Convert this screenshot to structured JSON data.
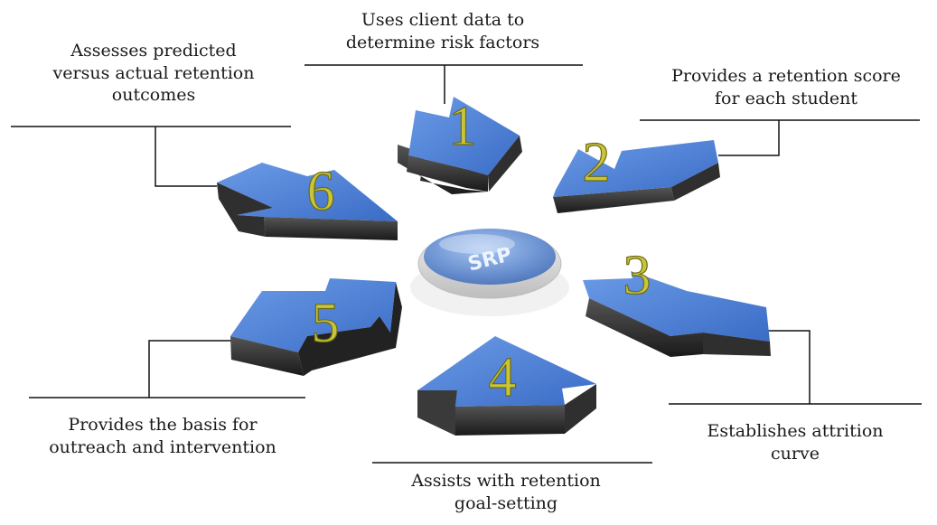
{
  "center": {
    "label": "SRP"
  },
  "steps": [
    {
      "number": "1",
      "text": "Uses client data to\ndetermine risk factors"
    },
    {
      "number": "2",
      "text": "Provides a retention score\nfor each student"
    },
    {
      "number": "3",
      "text": "Establishes attrition\ncurve"
    },
    {
      "number": "4",
      "text": "Assists with retention\ngoal-setting"
    },
    {
      "number": "5",
      "text": "Provides the basis for\noutreach and intervention"
    },
    {
      "number": "6",
      "text": "Assesses predicted\nversus actual retention\noutcomes"
    }
  ],
  "colors": {
    "arrow_face": "#4a7fd6",
    "arrow_side": "#2a2a2a",
    "number_fill": "#c9c53a",
    "line": "#111111"
  }
}
